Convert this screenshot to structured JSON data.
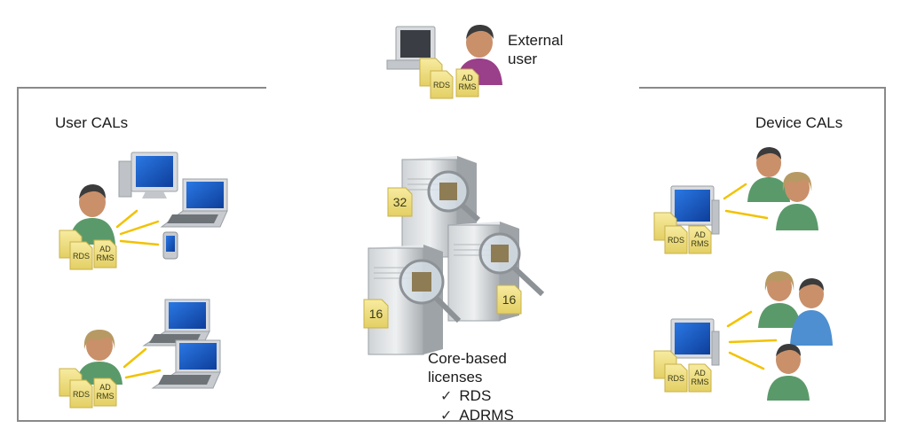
{
  "external": {
    "label_line1": "External",
    "label_line2": "user"
  },
  "user_cals": {
    "title": "User CALs"
  },
  "device_cals": {
    "title": "Device CALs"
  },
  "licenses": {
    "rds": "RDS",
    "ad": "AD",
    "rms": "RMS"
  },
  "servers": {
    "core_counts": [
      "32",
      "16",
      "16"
    ],
    "caption_line1": "Core-based",
    "caption_line2": "licenses",
    "items": [
      "RDS",
      "ADRMS"
    ]
  },
  "colors": {
    "frame": "#8a8a8a",
    "license_doc": "#f2e48c",
    "screen_blue": "#1f62c8",
    "skin": "#c9906a",
    "shirt_green": "#5a9a6a",
    "shirt_purple": "#9a3f8a",
    "shirt_blue": "#4d8fd0",
    "hair_blonde": "#b79a63",
    "hair_dark": "#3b3b3b",
    "ray": "#f2c200"
  }
}
